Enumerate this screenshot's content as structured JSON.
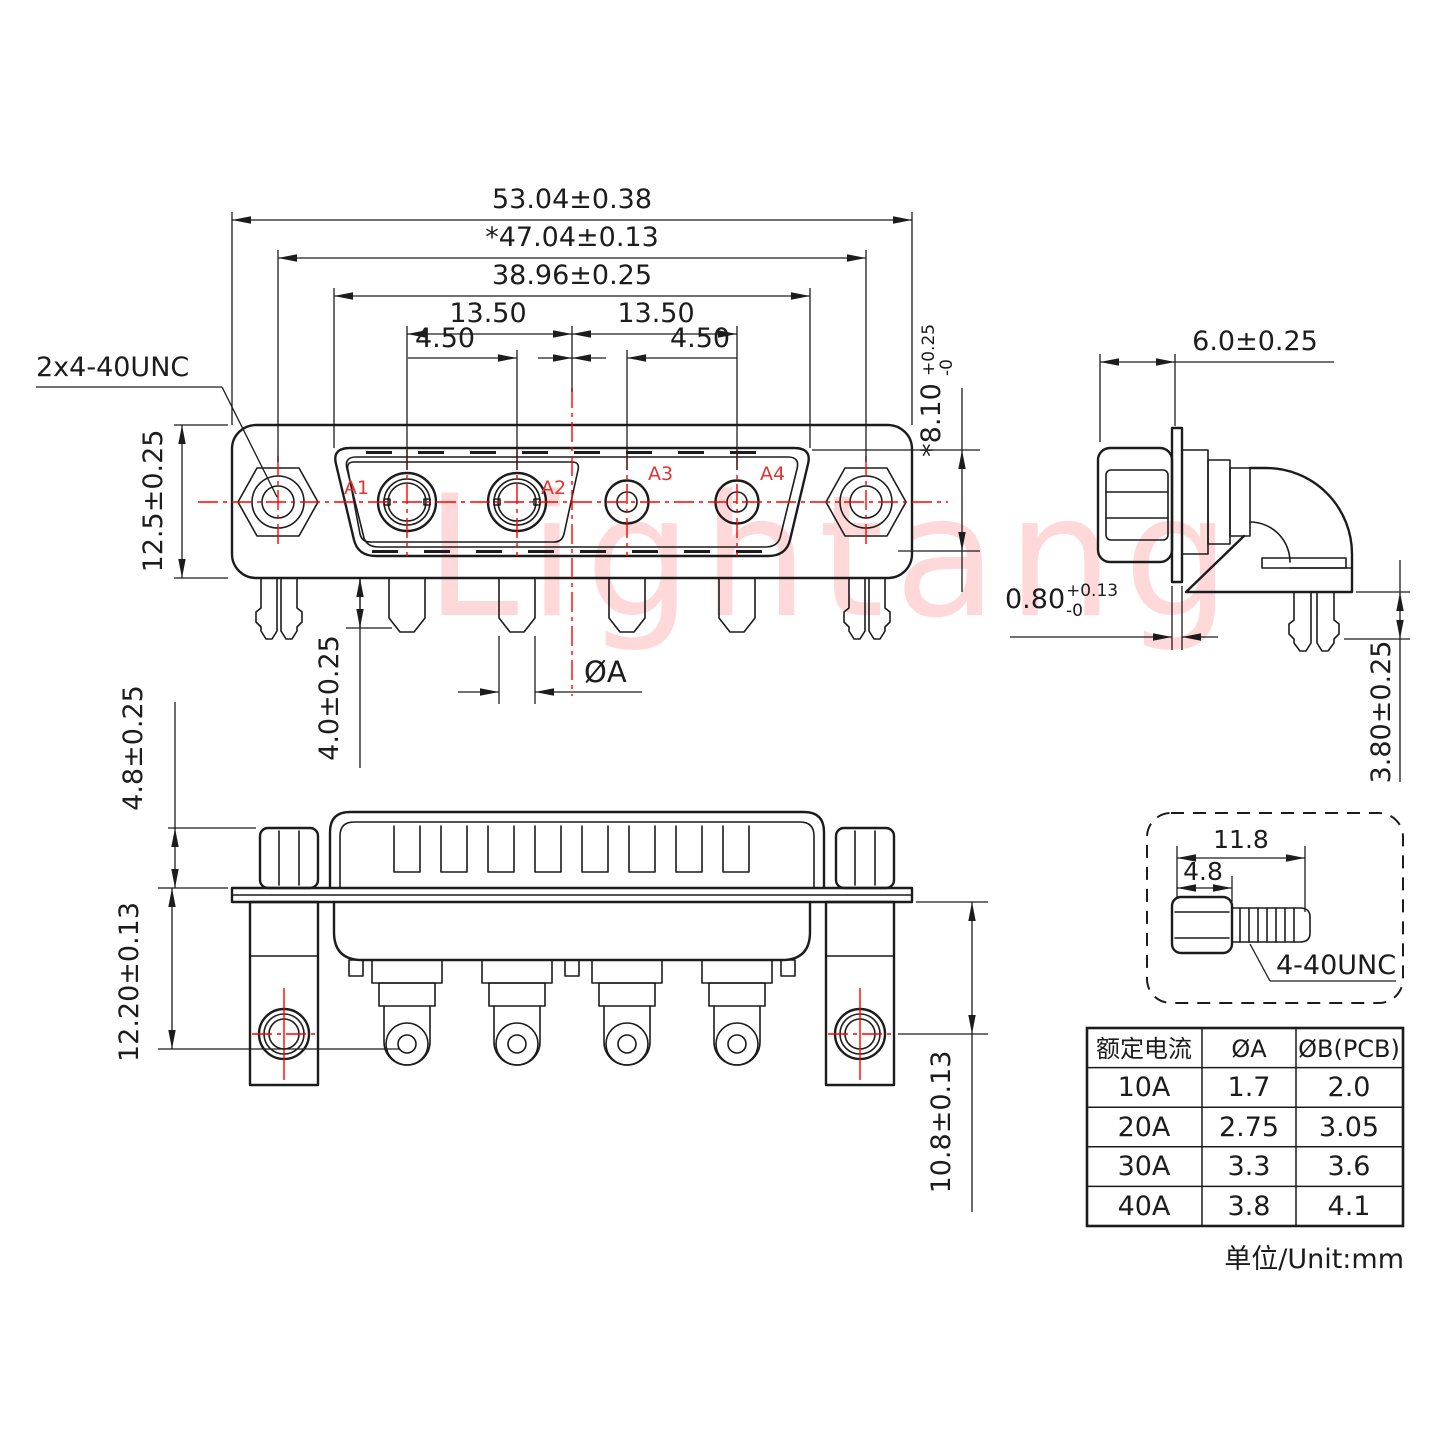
{
  "meta": {
    "watermark": "Lightang",
    "unit_note": "单位/Unit:mm",
    "colors": {
      "centerline": "#ff0000",
      "contact_label": "#e03430",
      "line": "#1c1c1c",
      "watermark": "#ff6b6b"
    }
  },
  "front_view": {
    "thread_label": "2x4-40UNC",
    "dim_width_outer": "53.04±0.38",
    "dim_mount_holes": "*47.04±0.13",
    "dim_shell": "38.96±0.25",
    "dim_135_left": "13.50",
    "dim_135_right": "13.50",
    "dim_45_left": "4.50",
    "dim_45_right": "4.50",
    "dim_height": "12.5±0.25",
    "dim_shell_h_val": "*8.10",
    "dim_shell_h_plus": "+0.25",
    "dim_shell_h_minus": "-0",
    "dim_pin_len": "4.0±0.25",
    "dim_pin_dia": "ØA",
    "contacts": {
      "a1": "A1",
      "a2": "A2",
      "a3": "A3",
      "a4": "A4"
    }
  },
  "side_view": {
    "dim_depth": "6.0±0.25",
    "dim_flange_val": "0.80",
    "dim_flange_plus": "+0.13",
    "dim_flange_minus": "-0",
    "dim_peg": "3.80±0.25"
  },
  "bottom_view": {
    "dim_nut": "4.8±0.25",
    "dim_body": "12.20±0.13",
    "dim_bracket": "10.8±0.13"
  },
  "screw_detail": {
    "dim_total": "11.8",
    "dim_head": "4.8",
    "thread_label": "4-40UNC"
  },
  "spec_table": {
    "headers": [
      "额定电流",
      "ØA",
      "ØB(PCB)"
    ],
    "rows": [
      [
        "10A",
        "1.7",
        "2.0"
      ],
      [
        "20A",
        "2.75",
        "3.05"
      ],
      [
        "30A",
        "3.3",
        "3.6"
      ],
      [
        "40A",
        "3.8",
        "4.1"
      ]
    ]
  }
}
